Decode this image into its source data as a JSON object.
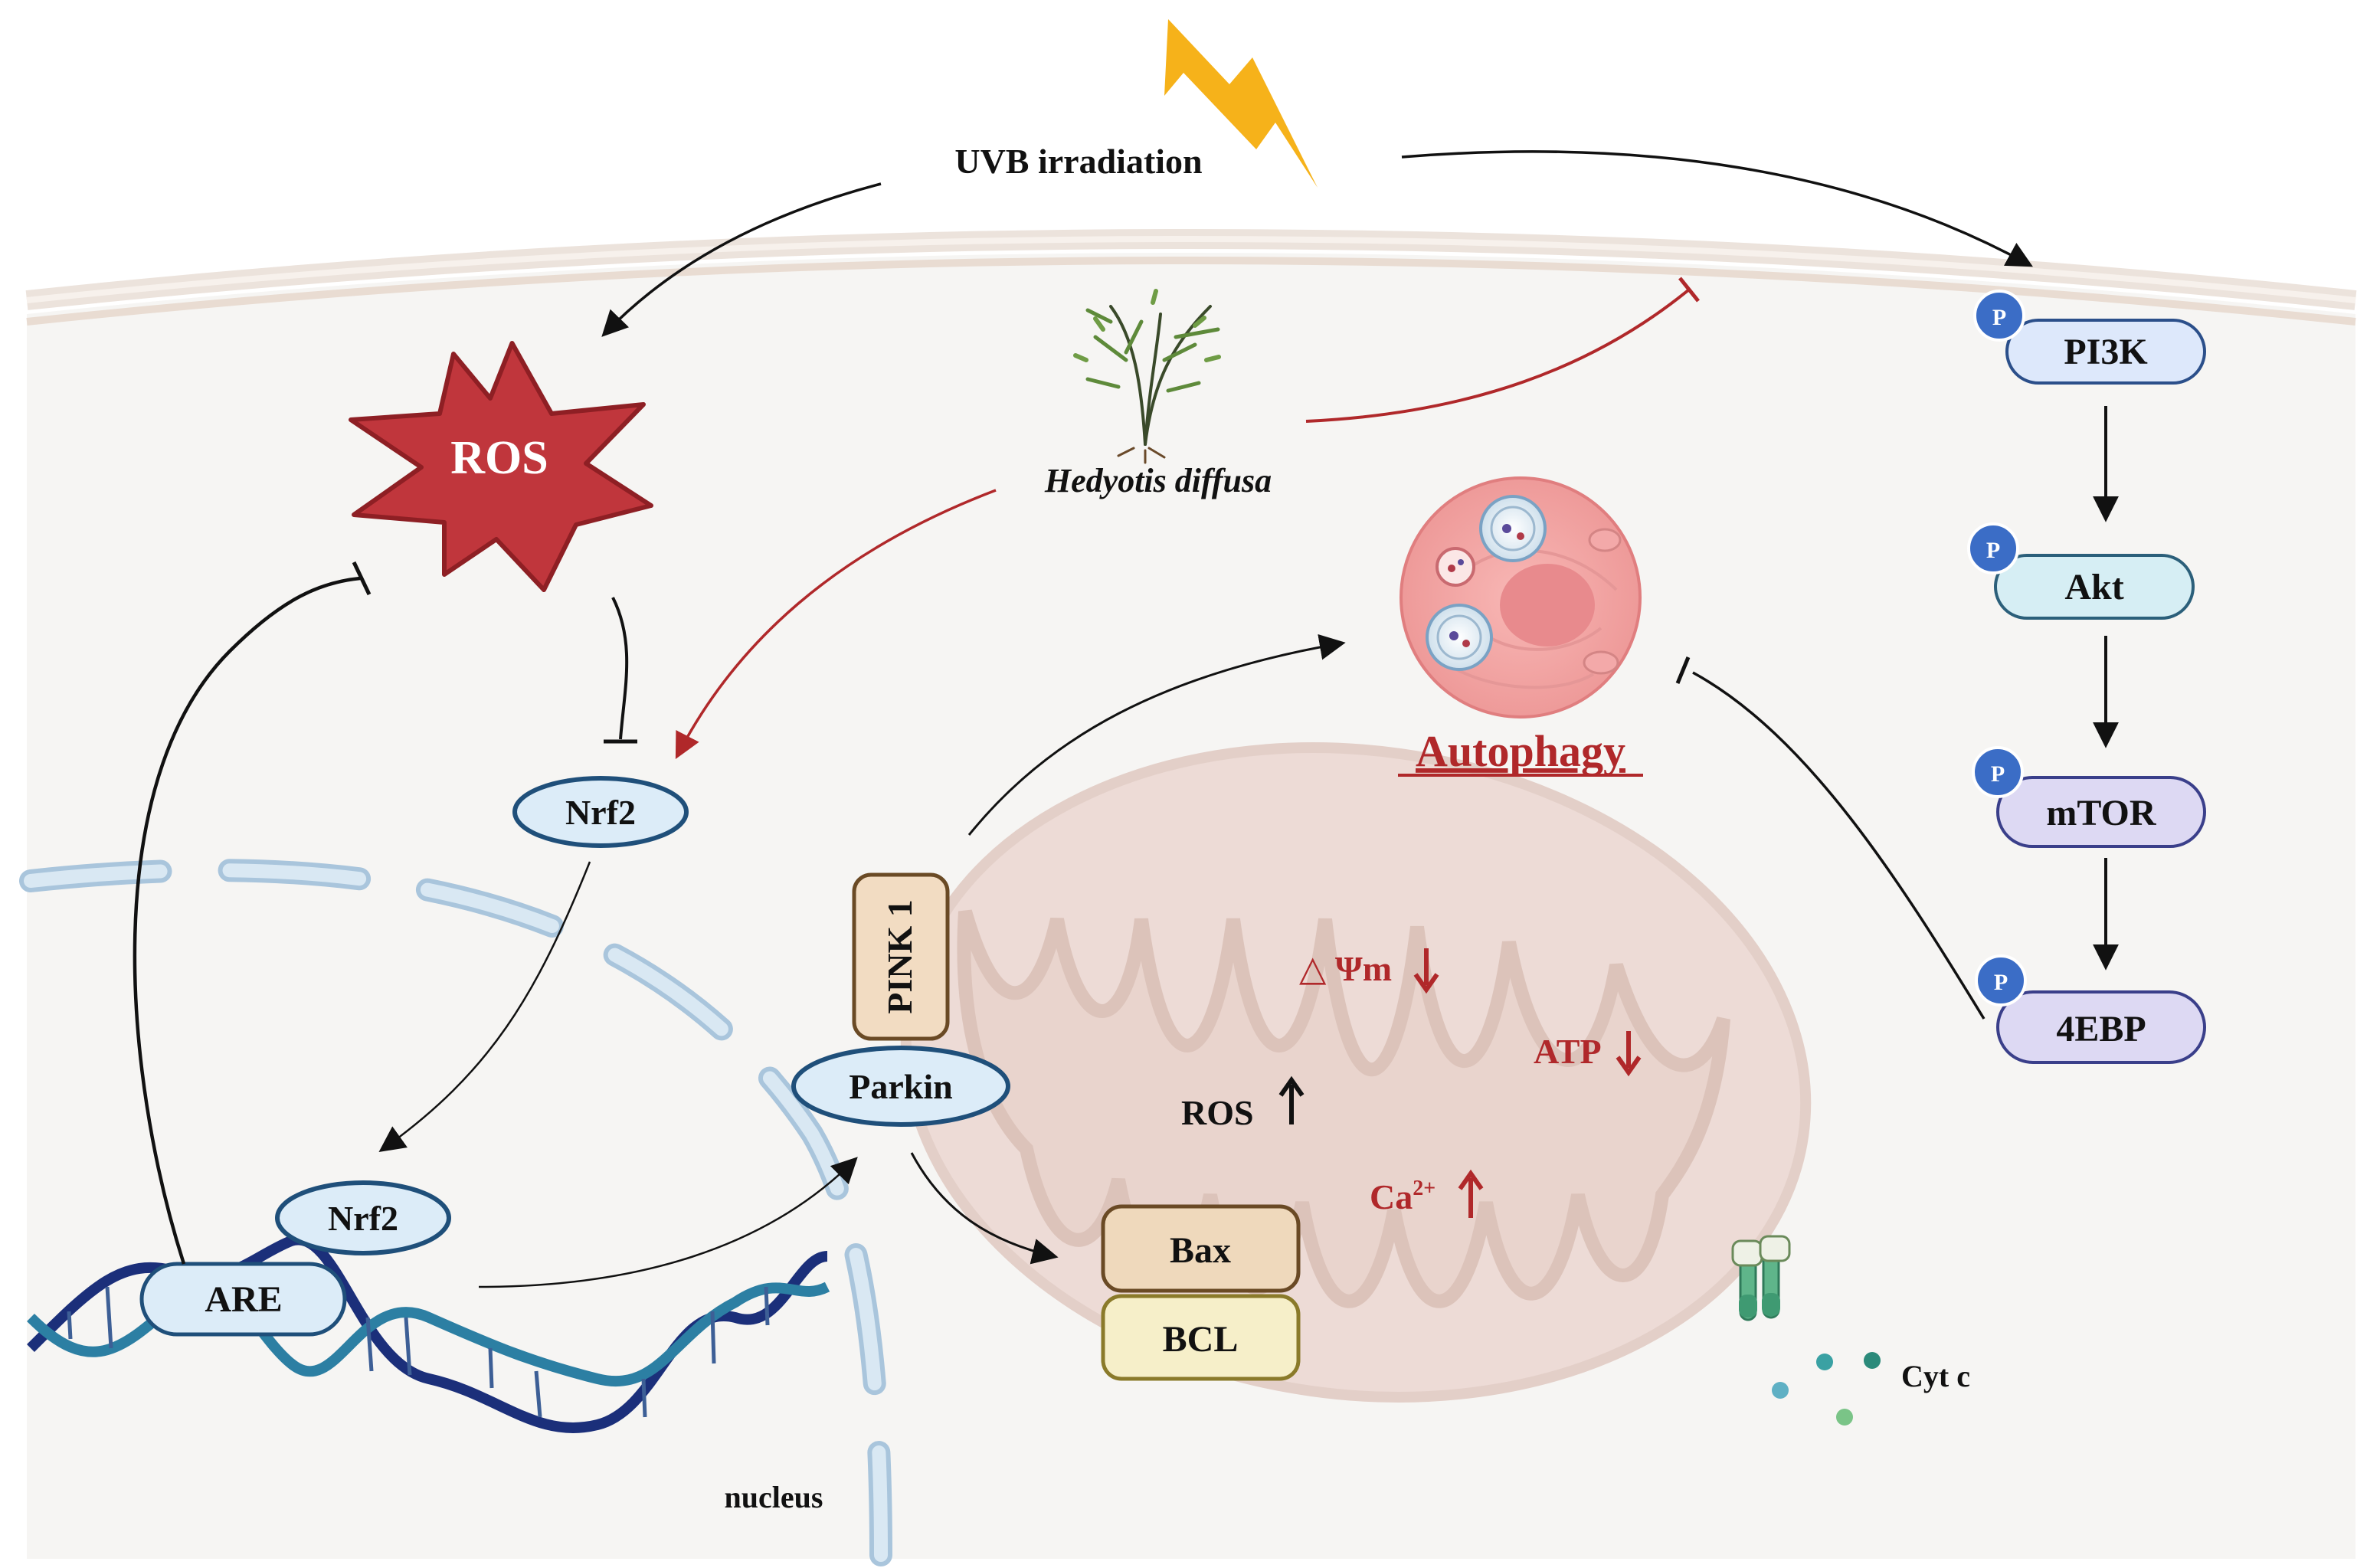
{
  "labels": {
    "uvb": "UVB irradiation",
    "ros_burst": "ROS",
    "plant": "Hedyotis diffusa",
    "nrf2_top": "Nrf2",
    "nrf2_bottom": "Nrf2",
    "are": "ARE",
    "nucleus": "nucleus",
    "pink1": "PINK 1",
    "parkin": "Parkin",
    "bax": "Bax",
    "bcl": "BCL",
    "autophagy": "Autophagy",
    "pi3k": "PI3K",
    "akt": "Akt",
    "mtor": "mTOR",
    "ebp": "4EBP",
    "phospho": "P",
    "mito_psi": "△ Ψm",
    "mito_atp": "ATP",
    "mito_ros": "ROS",
    "mito_ca": "Ca",
    "mito_ca_sup": "2+",
    "cytc": "Cyt c"
  },
  "colors": {
    "ros": "#c0363c",
    "inhibition_red": "#b0282a",
    "nrf2_fill": "#dcecf8",
    "nrf2_stroke": "#1f4f7a",
    "pi3k_fill": "#dde8fb",
    "akt_fill": "#d6eef4",
    "mtor_fill": "#ddd9f3",
    "ebp_fill": "#ddd9f3",
    "phospho": "#3b6dc6",
    "bax_fill": "#efd9bc",
    "bcl_fill": "#f6efc9",
    "pink_fill": "#f2dcc2",
    "lightning": "#f6b21a",
    "cell_bg": "#f6f5f3",
    "dna_dark": "#1b2f7a",
    "dna_light": "#2c7fa3"
  },
  "icons": {
    "lightning": "lightning-bolt-icon",
    "plant": "plant-icon",
    "cell": "autophagy-cell-icon",
    "mitochondrion": "mitochondrion-icon",
    "dna": "dna-helix-icon",
    "channel": "membrane-channel-icon"
  }
}
